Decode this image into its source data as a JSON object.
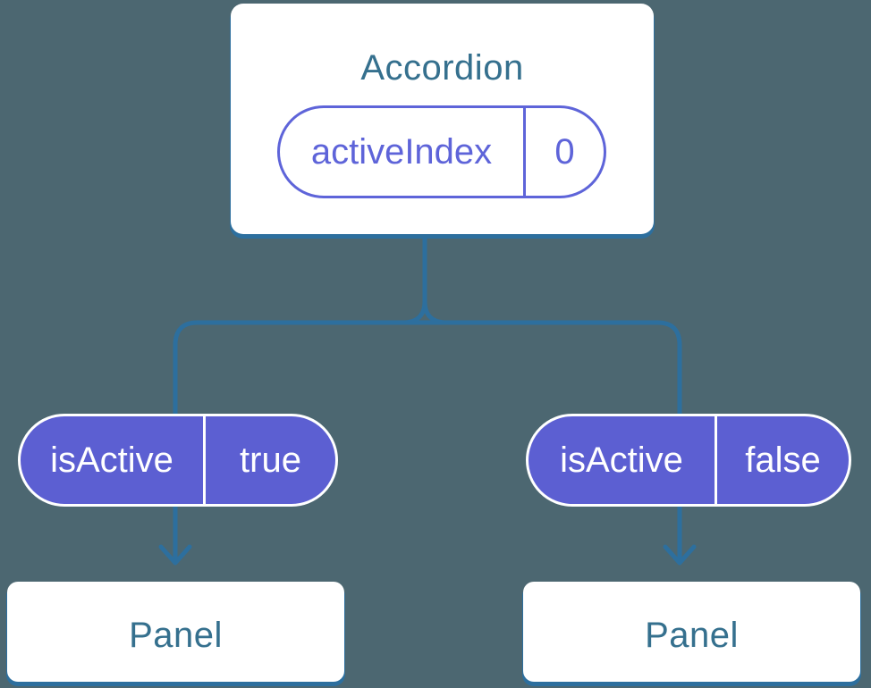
{
  "colors": {
    "background": "#4c6771",
    "connector_blue": "#2d6f9e",
    "heading_text_blue": "#35708e",
    "purple_pill_fill": "#5c5fd2",
    "purple_accent": "#5e64d9",
    "card_white": "#ffffff"
  },
  "diagram": {
    "root": {
      "title": "Accordion",
      "state_pill": {
        "name": "activeIndex",
        "value": "0"
      }
    },
    "branches": [
      {
        "prop_pill": {
          "name": "isActive",
          "value": "true"
        },
        "child": {
          "title": "Panel"
        }
      },
      {
        "prop_pill": {
          "name": "isActive",
          "value": "false"
        },
        "child": {
          "title": "Panel"
        }
      }
    ]
  }
}
